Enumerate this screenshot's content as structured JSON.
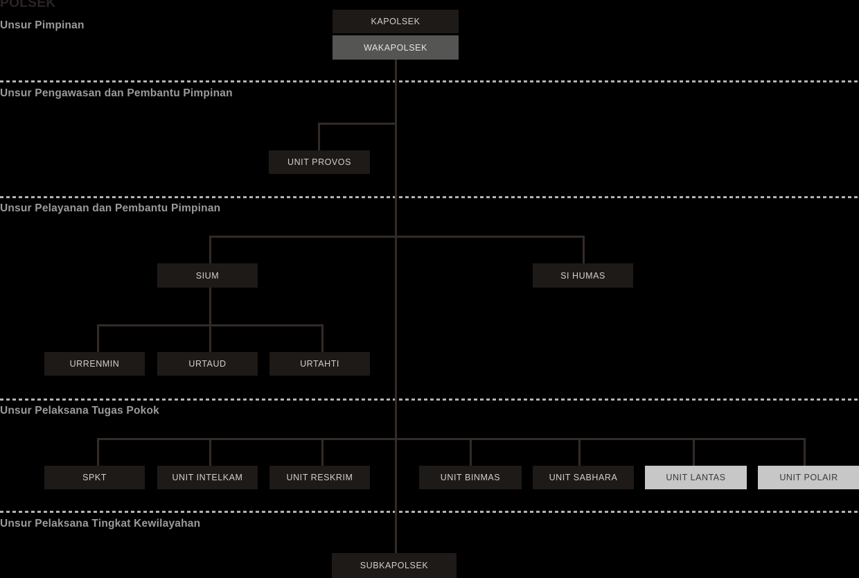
{
  "chart": {
    "title": "POLSEK",
    "sections": [
      {
        "label": "Unsur Pimpinan"
      },
      {
        "label": "Unsur Pengawasan dan Pembantu Pimpinan"
      },
      {
        "label": "Unsur Pelayanan dan Pembantu Pimpinan"
      },
      {
        "label": "Unsur Pelaksana Tugas Pokok"
      },
      {
        "label": "Unsur Pelaksana Tingkat Kewilayahan"
      }
    ],
    "nodes": {
      "kapolsek": "KAPOLSEK",
      "wakapolsek": "WAKAPOLSEK",
      "unit_provos": "UNIT PROVOS",
      "sium": "SIUM",
      "si_humas": "SI HUMAS",
      "urrenmin": "URRENMIN",
      "urtaud": "URTAUD",
      "urtahti": "URTAHTI",
      "spkt": "SPKT",
      "unit_intelkam": "UNIT INTELKAM",
      "unit_reskrim": "UNIT RESKRIM",
      "unit_binmas": "UNIT BINMAS",
      "unit_sabhara": "UNIT SABHARA",
      "unit_lantas": "UNIT LANTAS",
      "unit_polair": "UNIT POLAIR",
      "subkapolsek": "SUBKAPOLSEK"
    },
    "colors": {
      "background": "#000000",
      "node_dark": "#1e1a18",
      "node_gray": "#555553",
      "node_light": "#c7c7c7",
      "connector": "#332b27",
      "divider": "#b3b3b3",
      "section_text": "#9b9b9b",
      "title_text": "#2b2421"
    }
  }
}
